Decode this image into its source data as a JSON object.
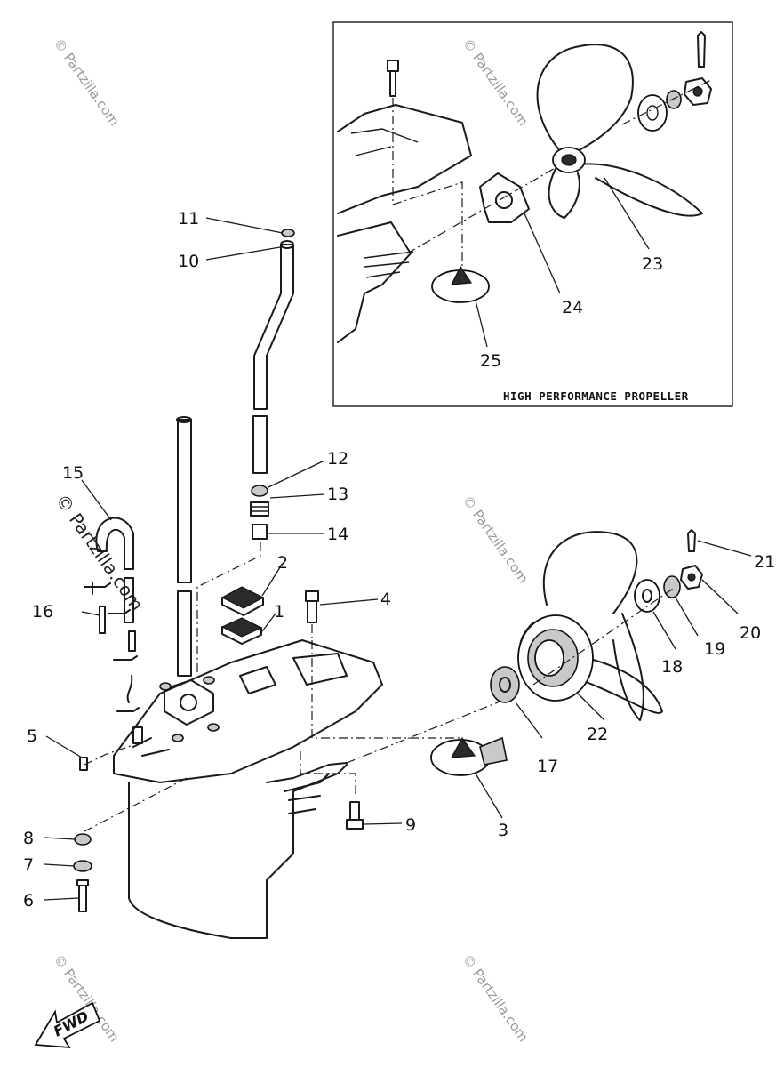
{
  "inset": {
    "caption": "HIGH PERFORMANCE PROPELLER"
  },
  "callouts": {
    "p1": "1",
    "p2": "2",
    "p3": "3",
    "p4": "4",
    "p5": "5",
    "p6": "6",
    "p7": "7",
    "p8": "8",
    "p9": "9",
    "p10": "10",
    "p11": "11",
    "p12": "12",
    "p13": "13",
    "p14": "14",
    "p15": "15",
    "p16": "16",
    "p17": "17",
    "p18": "18",
    "p19": "19",
    "p20": "20",
    "p21": "21",
    "p22": "22",
    "p23": "23",
    "p24": "24",
    "p25": "25"
  },
  "watermark": {
    "text": "© Partzilla.com"
  },
  "direction_arrow": {
    "label": "FWD"
  }
}
